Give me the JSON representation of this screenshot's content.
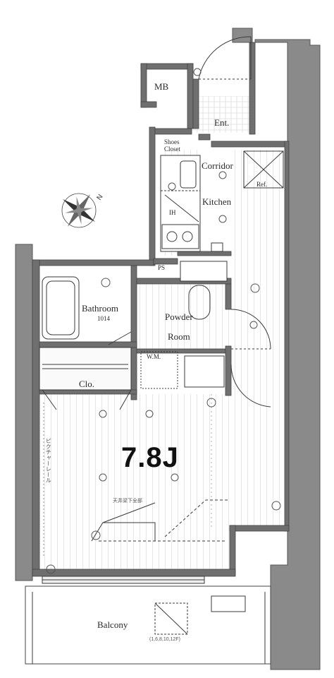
{
  "rooms": {
    "mb": "MB",
    "ent": "Ent.",
    "shoes_closet_line1": "Shoes",
    "shoes_closet_line2": "Closet",
    "corridor": "Corridor",
    "kitchen": "Kitchen",
    "ref": "Ref.",
    "ih": "IH",
    "ps": "PS",
    "bathroom": "Bathroom",
    "bathroom_size": "1014",
    "powder_room_line1": "Powder",
    "powder_room_line2": "Room",
    "wm": "W.M.",
    "clo": "Clo.",
    "main_room_area": "7.8J",
    "balcony": "Balcony",
    "balcony_note": "(1,6,8,10,12F)",
    "rail_note": "ピクチャーレール",
    "ceiling_note": "天井梁下全部"
  },
  "colors": {
    "wall": "#6f6f6f",
    "outer_wall": "#8a8a8a",
    "floor_line": "#c9c9c9",
    "line": "#3a3a3a"
  }
}
